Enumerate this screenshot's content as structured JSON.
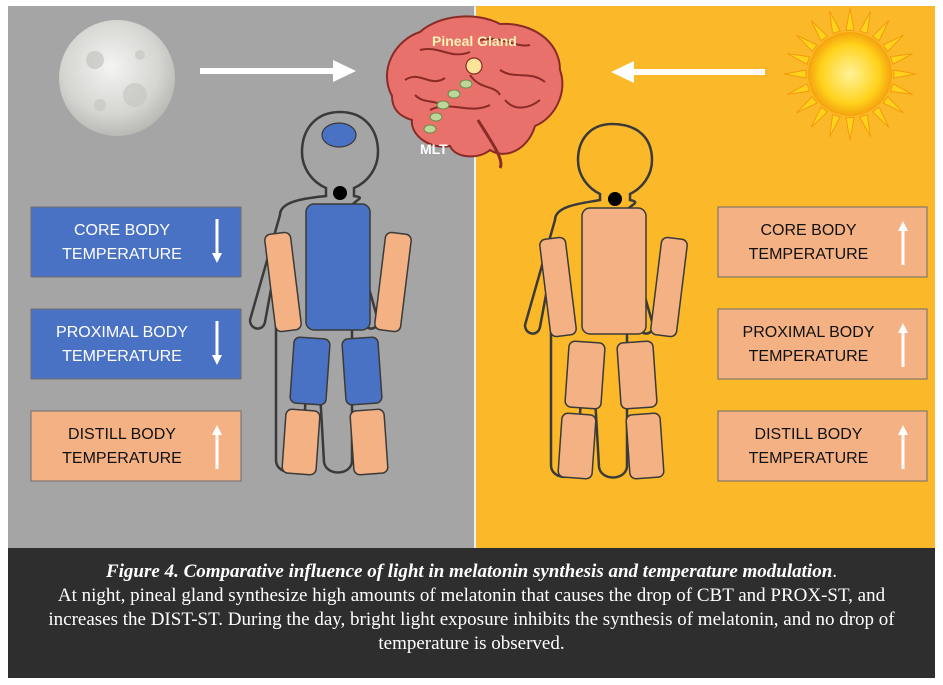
{
  "labels": {
    "pineal_gland": "Pineal Gland",
    "mlt": "MLT"
  },
  "night_panel": {
    "indicators": [
      {
        "line1": "CORE BODY",
        "line2": "TEMPERATURE",
        "arrow": "down"
      },
      {
        "line1": "PROXIMAL BODY",
        "line2": "TEMPERATURE",
        "arrow": "down"
      },
      {
        "line1": "DISTILL BODY",
        "line2": "TEMPERATURE",
        "arrow": "up"
      }
    ]
  },
  "day_panel": {
    "indicators": [
      {
        "line1": "CORE BODY",
        "line2": "TEMPERATURE",
        "arrow": "up"
      },
      {
        "line1": "PROXIMAL BODY",
        "line2": "TEMPERATURE",
        "arrow": "up"
      },
      {
        "line1": "DISTILL BODY",
        "line2": "TEMPERATURE",
        "arrow": "up"
      }
    ]
  },
  "caption": {
    "title": "Figure 4. Comparative influence of light in melatonin synthesis and temperature modulation",
    "title_end": ".",
    "body": "At night, pineal gland synthesize high amounts of melatonin that causes the drop of CBT and PROX-ST, and increases the DIST-ST. During the day, bright light exposure inhibits the synthesis of melatonin, and no drop of temperature is observed."
  },
  "colors": {
    "night_bg": "#a4a5a4",
    "day_bg": "#fbb829",
    "blue_box": "#4a72c4",
    "peach": "#f4b183",
    "caption_bg": "#2e2e2e",
    "brain": "#e8716b",
    "moon": "#d9dad6",
    "sun": "#ffd21c"
  },
  "icons": [
    "moon-icon",
    "sun-icon",
    "brain-icon",
    "arrow-right-icon",
    "arrow-left-icon",
    "arrow-up-icon",
    "arrow-down-icon"
  ]
}
